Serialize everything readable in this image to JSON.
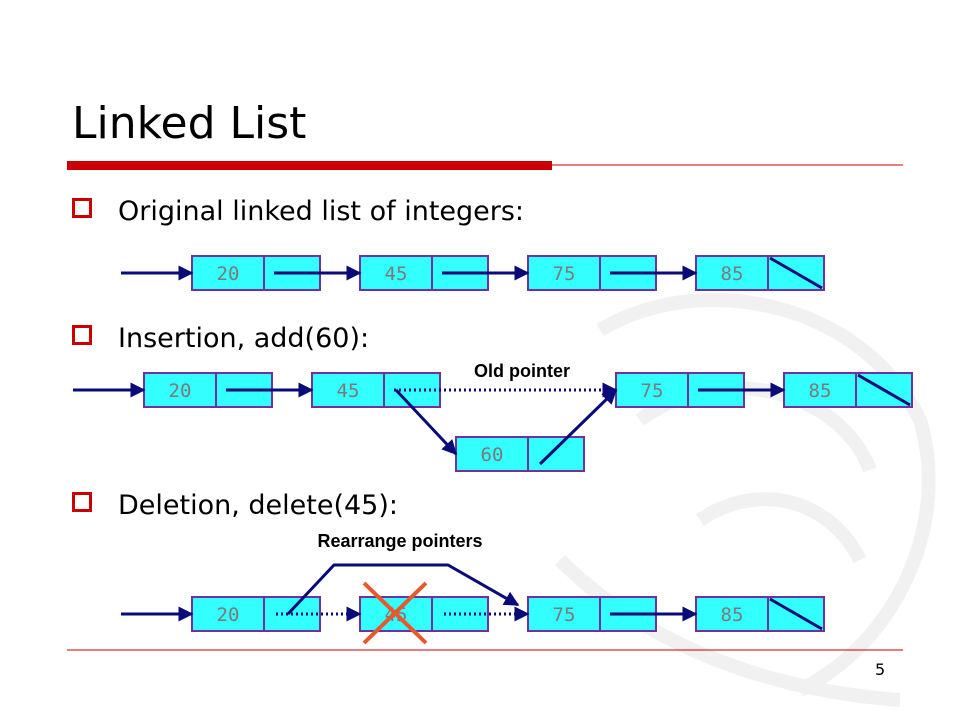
{
  "slide": {
    "title": "Linked List",
    "page_number": "5",
    "accent_color": "#cc0000",
    "node_fill": "#33ffff",
    "node_stroke": "#7030a0",
    "arrow_color": "#0a0a78",
    "cross_color": "#e8582a"
  },
  "bullets": [
    {
      "text": "Original linked list of integers:",
      "icon": "hollow-square-bullet-icon"
    },
    {
      "text": "Insertion, add(60):",
      "icon": "hollow-square-bullet-icon"
    },
    {
      "text": "Deletion, delete(45):",
      "icon": "hollow-square-bullet-icon"
    }
  ],
  "original_list": {
    "nodes": [
      "20",
      "45",
      "75",
      "85"
    ]
  },
  "insertion": {
    "nodes": [
      "20",
      "45",
      "75",
      "85"
    ],
    "new_node": "60",
    "annotation": "Old pointer"
  },
  "deletion": {
    "nodes": [
      "20",
      "45",
      "75",
      "85"
    ],
    "deleted_value": "45",
    "annotation": "Rearrange pointers"
  }
}
